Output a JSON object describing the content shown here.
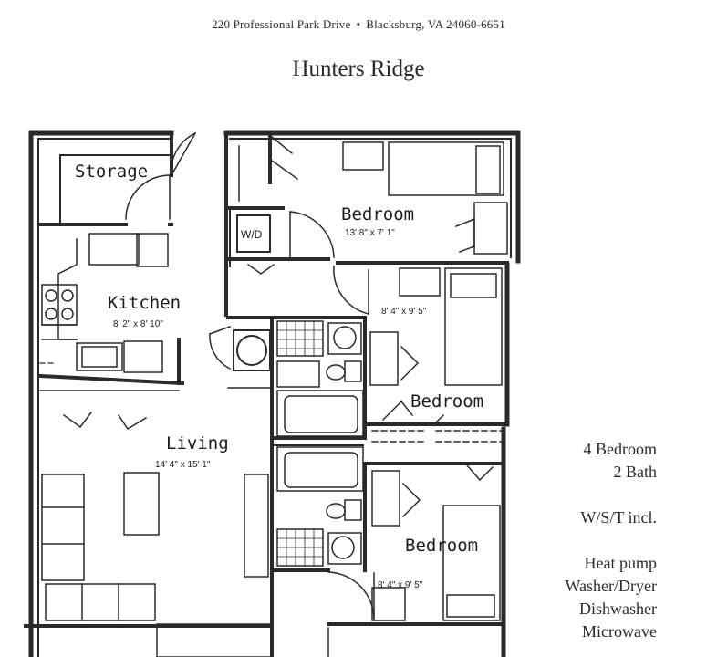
{
  "header": {
    "address_line1": "220 Professional Park Drive",
    "address_line2": "Blacksburg, VA 24060-6651",
    "title": "Hunters Ridge"
  },
  "rooms": {
    "storage": {
      "label": "Storage"
    },
    "wd": {
      "label": "W/D"
    },
    "bedroom1": {
      "label": "Bedroom",
      "dims": "13' 8\" x 7' 1\""
    },
    "kitchen": {
      "label": "Kitchen",
      "dims": "8' 2\" x 8' 10\""
    },
    "bedroom2": {
      "label": "Bedroom",
      "dims": "8' 4\" x 9' 5\""
    },
    "living": {
      "label": "Living",
      "dims": "14' 4\" x 15' 1\""
    },
    "bedroom3": {
      "label": "Bedroom",
      "dims": "8' 4\" x 9' 5\""
    }
  },
  "features": {
    "bed_bath_1": "4 Bedroom",
    "bed_bath_2": "2 Bath",
    "utilities": "W/S/T incl.",
    "amenity_1": "Heat pump",
    "amenity_2": "Washer/Dryer",
    "amenity_3": "Dishwasher",
    "amenity_4": "Microwave"
  }
}
